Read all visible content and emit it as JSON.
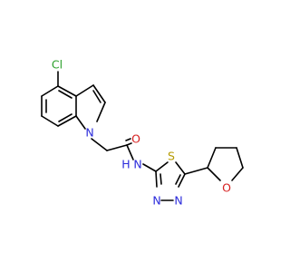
{
  "molecule": {
    "atoms": [
      {
        "id": "Cl",
        "label": "Cl",
        "color": "#2ca02c"
      },
      {
        "id": "N_indole",
        "label": "N",
        "color": "#2b2bdb"
      },
      {
        "id": "O_amide",
        "label": "O",
        "color": "#d62020"
      },
      {
        "id": "N_amide",
        "label": "N",
        "color": "#2b2bdb"
      },
      {
        "id": "H_amide",
        "label": "H",
        "color": "#2b2bdb"
      },
      {
        "id": "S_thiadiazole",
        "label": "S",
        "color": "#b59a00"
      },
      {
        "id": "N_td1",
        "label": "N",
        "color": "#2b2bdb"
      },
      {
        "id": "N_td2",
        "label": "N",
        "color": "#2b2bdb"
      },
      {
        "id": "O_thf",
        "label": "O",
        "color": "#d62020"
      }
    ]
  }
}
